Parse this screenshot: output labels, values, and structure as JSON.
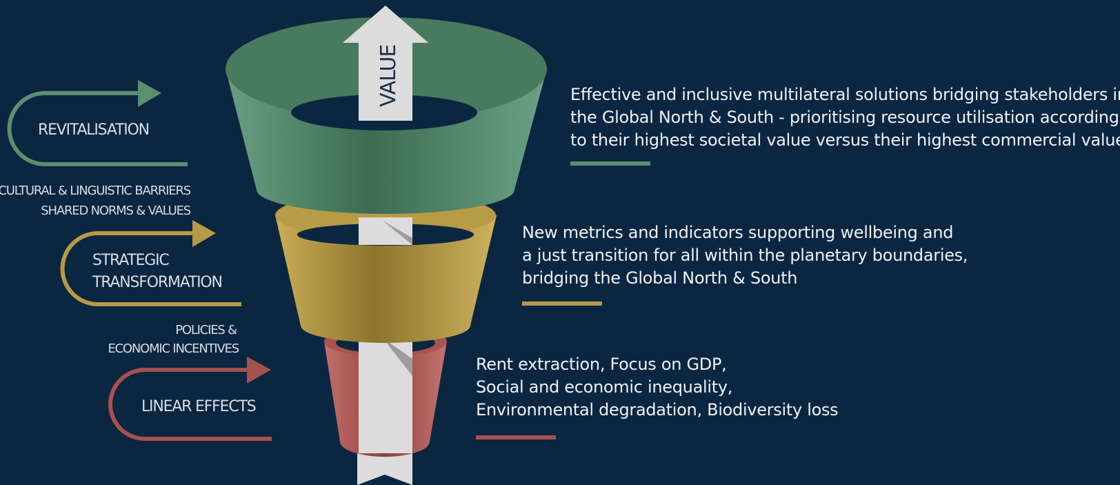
{
  "colors": {
    "background": "#0b2641",
    "green": "#5a8f70",
    "gold": "#b69a45",
    "red": "#a6514d",
    "label": "#d8dde3",
    "arrow": "#dcdcdc"
  },
  "arrow_label": "VALUE",
  "left_labels": {
    "revitalisation": "REVITALISATION",
    "barriers_line1": "CULTURAL & LINGUISTIC BARRIERS",
    "barriers_line2": "SHARED NORMS & VALUES",
    "strategic_line1": "STRATEGIC",
    "strategic_line2": "TRANSFORMATION",
    "policies_line1": "POLICIES &",
    "policies_line2": "ECONOMIC INCENTIVES",
    "linear": "LINEAR EFFECTS"
  },
  "descriptions": {
    "top": [
      "Effective and inclusive multilateral solutions bridging stakeholders in",
      "the Global North & South - prioritising resource utilisation according",
      "to their highest societal value versus their highest commercial value"
    ],
    "middle": [
      "New metrics and indicators supporting wellbeing and",
      "a just transition for all within the planetary boundaries,",
      "bridging the Global North & South"
    ],
    "bottom": [
      "Rent extraction, Focus on GDP,",
      "Social and economic inequality,",
      "Environmental degradation, Biodiversity loss"
    ]
  }
}
